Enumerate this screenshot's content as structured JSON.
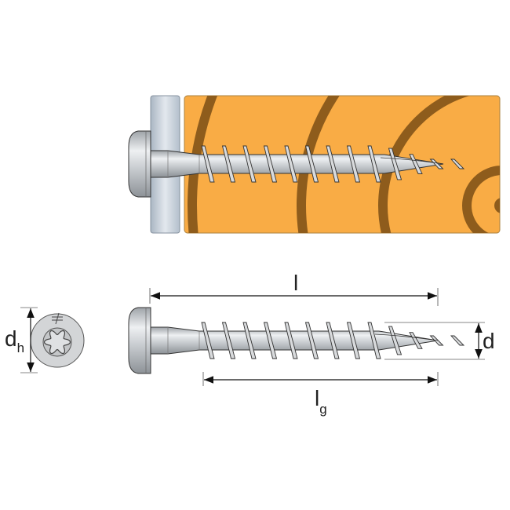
{
  "labels": {
    "length": "l",
    "thread_length": "l",
    "thread_length_sub": "g",
    "diameter": "d",
    "head_diameter": "d",
    "head_diameter_sub": "h"
  },
  "colors": {
    "wood": "#f9ac45",
    "wood_rings": "#8e5c1c",
    "steel_plate": "#c7d0da",
    "screw": "#c9cccf",
    "outline": "#333333"
  },
  "icons": {
    "head_drive": "torx-hexalobular"
  }
}
